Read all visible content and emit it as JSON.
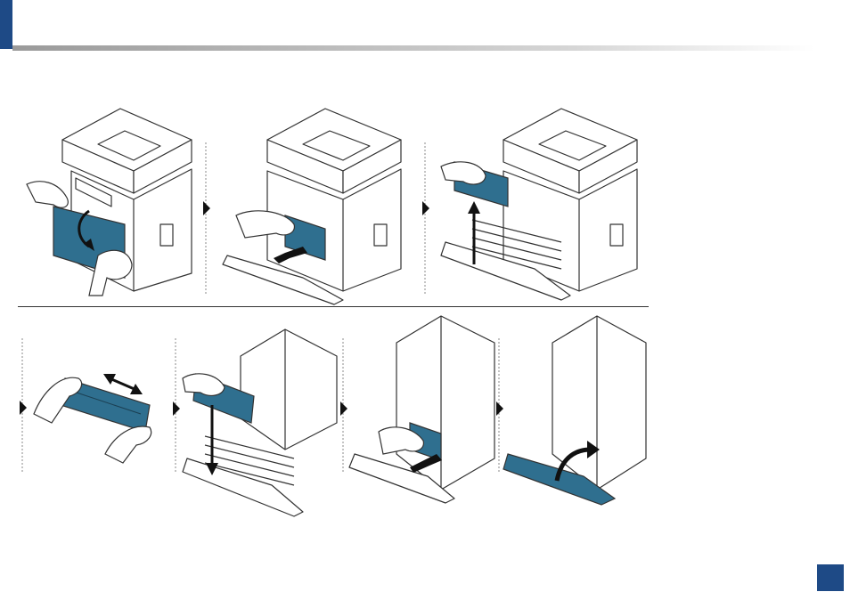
{
  "colors": {
    "accent": "#1e4a86",
    "part_fill": "#2f6f8f",
    "part_fill_light": "#5b97b3",
    "line": "#333333",
    "body": "#ffffff"
  },
  "steps": [
    {
      "id": 1,
      "action": "open-front-cover"
    },
    {
      "id": 2,
      "action": "pull-out-transfer-unit"
    },
    {
      "id": 3,
      "action": "lift-out-toner-cartridge"
    },
    {
      "id": 4,
      "action": "shake-toner-cartridge"
    },
    {
      "id": 5,
      "action": "insert-toner-cartridge"
    },
    {
      "id": 6,
      "action": "push-in-transfer-unit"
    },
    {
      "id": 7,
      "action": "close-front-cover"
    }
  ],
  "icons": {
    "arrow_icon": "arrow-icon",
    "separator_icon": "triangle-right-icon",
    "shake_icon": "double-arrow-icon"
  }
}
